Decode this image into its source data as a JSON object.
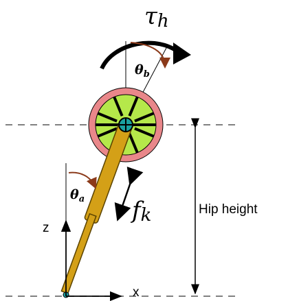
{
  "labels": {
    "torque": "τ",
    "torque_sub": "h",
    "theta_b": "θ",
    "theta_b_sub": "b",
    "theta_a": "θ",
    "theta_a_sub": "a",
    "force": "f",
    "force_sub": "k",
    "hip_height": "Hip height",
    "z_axis": "z",
    "x_axis": "x"
  },
  "colors": {
    "wheel_outer": "#e9878a",
    "wheel_inner": "#b5e84a",
    "hub": "#1aa0a0",
    "leg": "#d4a017",
    "leg_edge": "#5a4200",
    "angle_arrow": "#8b3a1a",
    "dashed": "#808080"
  }
}
